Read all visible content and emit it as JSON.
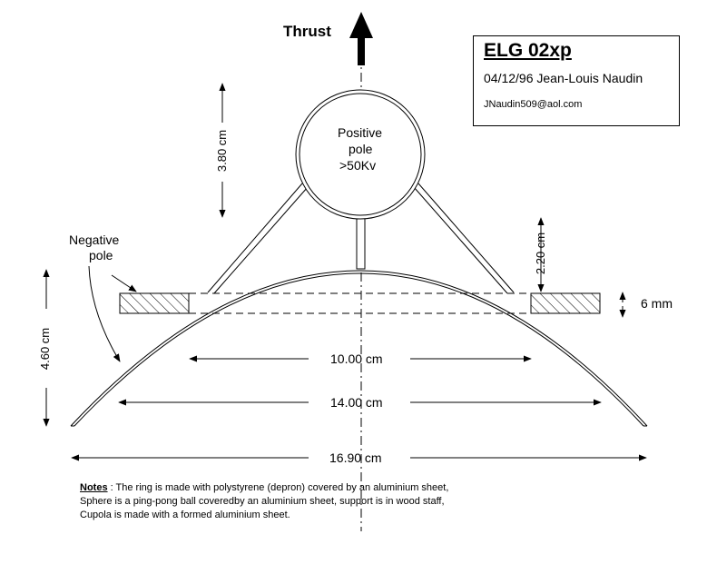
{
  "diagram": {
    "labels": {
      "thrust": "Thrust",
      "positive_pole": [
        "Positive",
        "pole",
        ">50Kv"
      ],
      "negative_pole": [
        "Negative",
        "pole"
      ],
      "sphere_height": "3.80 cm",
      "gap": "2.20 cm",
      "ring_thickness": "6 mm",
      "cupola_height": "4.60 cm",
      "ring_width": "10.00 cm",
      "inner_width": "14.00 cm",
      "base_width": "16.90 cm"
    },
    "title_box": {
      "title": "ELG 02xp",
      "date_author": "04/12/96 Jean-Louis Naudin",
      "email": "JNaudin509@aol.com"
    },
    "notes": {
      "heading": "Notes",
      "line1": " : The ring is made with polystyrene (depron) covered by an aluminium sheet,",
      "line2": "Sphere is a ping-pong ball coveredby an aluminium sheet, support is in wood staff,",
      "line3": "Cupola is made with a formed aluminium sheet."
    }
  }
}
